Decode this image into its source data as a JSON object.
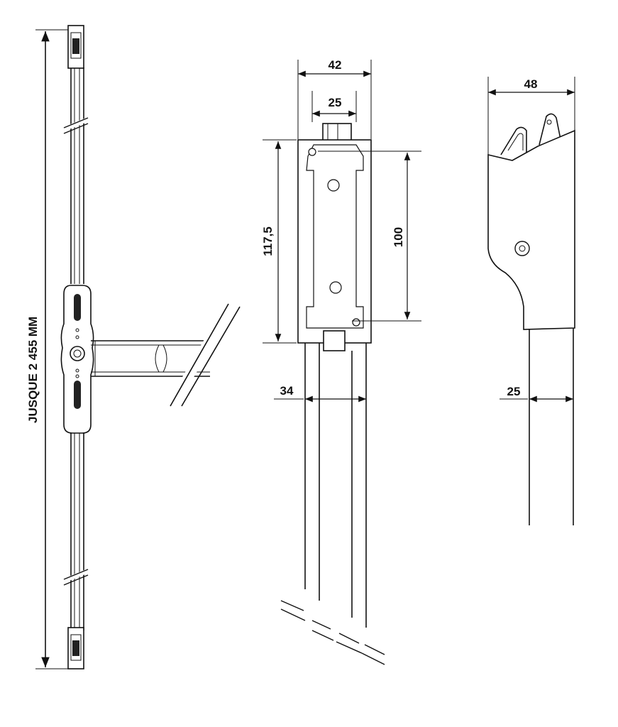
{
  "colors": {
    "line": "#111111",
    "part_fill": "#ffffff",
    "hole": "#dddddd"
  },
  "front_view": {
    "overall_length_label": "JUSQUE 2 455 MM"
  },
  "side_view": {
    "width_top_label": "42",
    "width_inner_label": "25",
    "height_label": "117,5",
    "hole_spacing_label": "100",
    "rod_spacing_label": "34"
  },
  "profile_view": {
    "width_top_label": "48",
    "rod_width_label": "25"
  }
}
